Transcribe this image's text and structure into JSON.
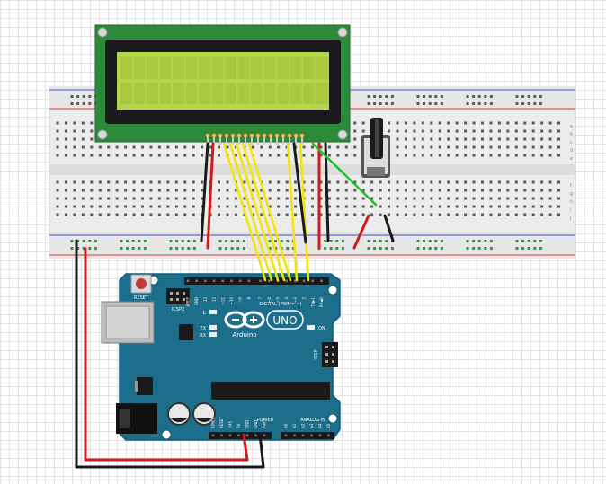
{
  "arduino": {
    "reset_label": "RESET",
    "icsp2_label": "ICSP2",
    "icsp_label": "ICSP",
    "l_label": "L",
    "tx_label": "TX",
    "rx_label": "RX",
    "on_label": "ON",
    "uno_label": "UNO",
    "brand_label": "Arduino",
    "digital_label": "DIGITAL (PWM= ~)",
    "power_label": "POWER",
    "analog_label": "ANALOG IN",
    "top_pins": [
      "AREF",
      "GND",
      "13",
      "12",
      "~11",
      "~10",
      "~9",
      "8",
      "7",
      "~6",
      "~5",
      "4",
      "~3",
      "2",
      "TX▶1",
      "RX◀0"
    ],
    "power_pins": [
      "IOREF",
      "RESET",
      "3V3",
      "5V",
      "GND",
      "GND",
      "VIN"
    ],
    "analog_pins": [
      "A0",
      "A1",
      "A2",
      "A3",
      "A4",
      "A5"
    ]
  },
  "breadboard": {
    "col_letters": [
      "a",
      "b",
      "c",
      "d",
      "e"
    ],
    "col_letters_lower": [
      "f",
      "g",
      "h",
      "i",
      "j"
    ]
  },
  "colors": {
    "board_blue": "#1d6e8a",
    "lcd_green": "#2d8a3a",
    "lcd_screen": "#b6d44a",
    "wire_yellow": "#f2e600",
    "wire_red": "#d11a1a",
    "wire_black": "#1a1a1a",
    "wire_green": "#1fbf2a"
  }
}
